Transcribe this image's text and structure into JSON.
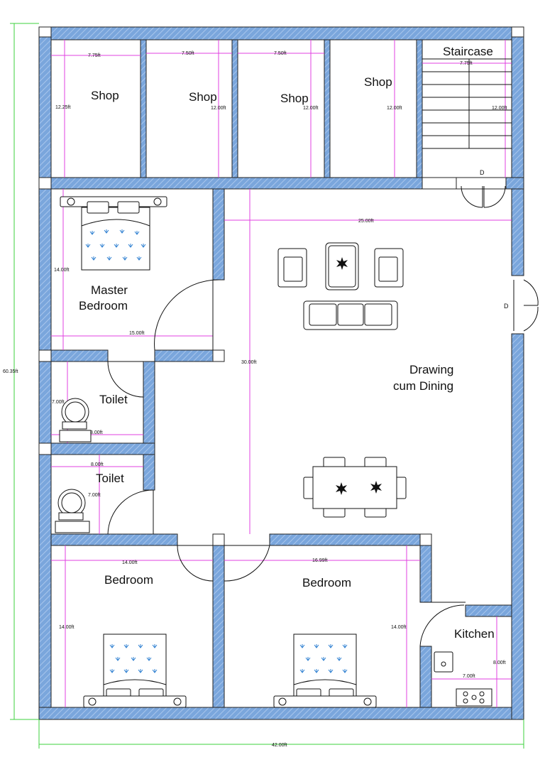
{
  "colors": {
    "wall_fill": "#7aa6dc",
    "wall_hatch": "#a9c6ec",
    "dimension_line": "#e040e0",
    "outer_dimension_line": "#3ed13e",
    "floor": "#ffffff",
    "bed_pattern": "#2d7fd1"
  },
  "rooms": {
    "shop_1": "Shop",
    "shop_2": "Shop",
    "shop_3": "Shop",
    "shop_4": "Shop",
    "staircase": "Staircase",
    "master_bedroom_line1": "Master",
    "master_bedroom_line2": "Bedroom",
    "toilet_1": "Toilet",
    "toilet_2": "Toilet",
    "drawing_line1": "Drawing",
    "drawing_line2": "cum Dining",
    "bedroom_1": "Bedroom",
    "bedroom_2": "Bedroom",
    "kitchen": "Kitchen"
  },
  "dimensions": {
    "shop_1_width": "7.75ft",
    "shop_1_depth": "12.25ft",
    "shop_2_width": "7.50ft",
    "shop_2_depth": "12.00ft",
    "shop_3_width": "7.50ft",
    "shop_3_depth": "12.00ft",
    "shop_4_depth": "12.00ft",
    "staircase_width": "7.75ft",
    "staircase_depth": "12.00ft",
    "drawing_width": "25.00ft",
    "drawing_depth": "30.00ft",
    "master_depth": "14.00ft",
    "master_width": "15.00ft",
    "toilet_1_depth": "7.00ft",
    "toilet_1_width": "8.00ft",
    "toilet_2_width": "8.00ft",
    "toilet_2_depth": "7.00ft",
    "bedroom_1_width": "14.00ft",
    "bedroom_1_depth": "14.00ft",
    "bedroom_2_width": "16.99ft",
    "bedroom_2_depth": "14.00ft",
    "kitchen_depth": "8.00ft",
    "kitchen_width": "7.00ft",
    "overall_height": "60.35ft",
    "overall_width": "42.00ft"
  },
  "door_marks": {
    "staircase_door": "D",
    "main_door": "D"
  }
}
